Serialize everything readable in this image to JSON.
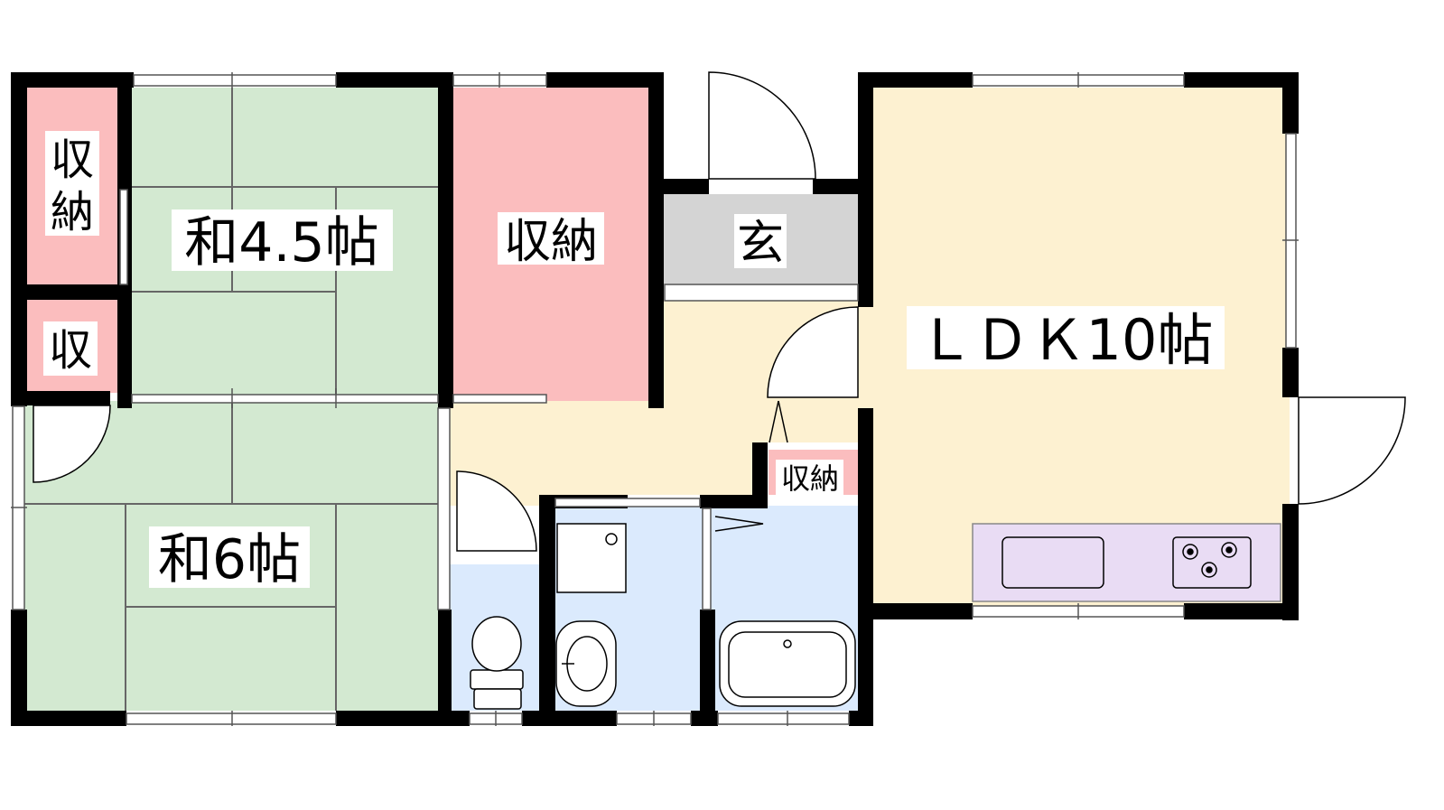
{
  "rooms": {
    "washitsu_small": {
      "label": "和4.5帖"
    },
    "washitsu_large": {
      "label": "和6帖"
    },
    "closet_top_left": {
      "label_line1": "収",
      "label_line2": "納"
    },
    "closet_small_left": {
      "label": "収"
    },
    "closet_center": {
      "label": "収納"
    },
    "genkan": {
      "label": "玄"
    },
    "closet_hall": {
      "label": "収納"
    },
    "ldk": {
      "label": "ＬＤＫ10帖"
    }
  },
  "colors": {
    "tatami": "#d3e9d1",
    "closet": "#fbbdbe",
    "corridor": "#fdf1d1",
    "genkan": "#d4d4d4",
    "wet_area": "#dbeafd",
    "kitchen": "#e9dcf4",
    "wall": "#000000"
  }
}
